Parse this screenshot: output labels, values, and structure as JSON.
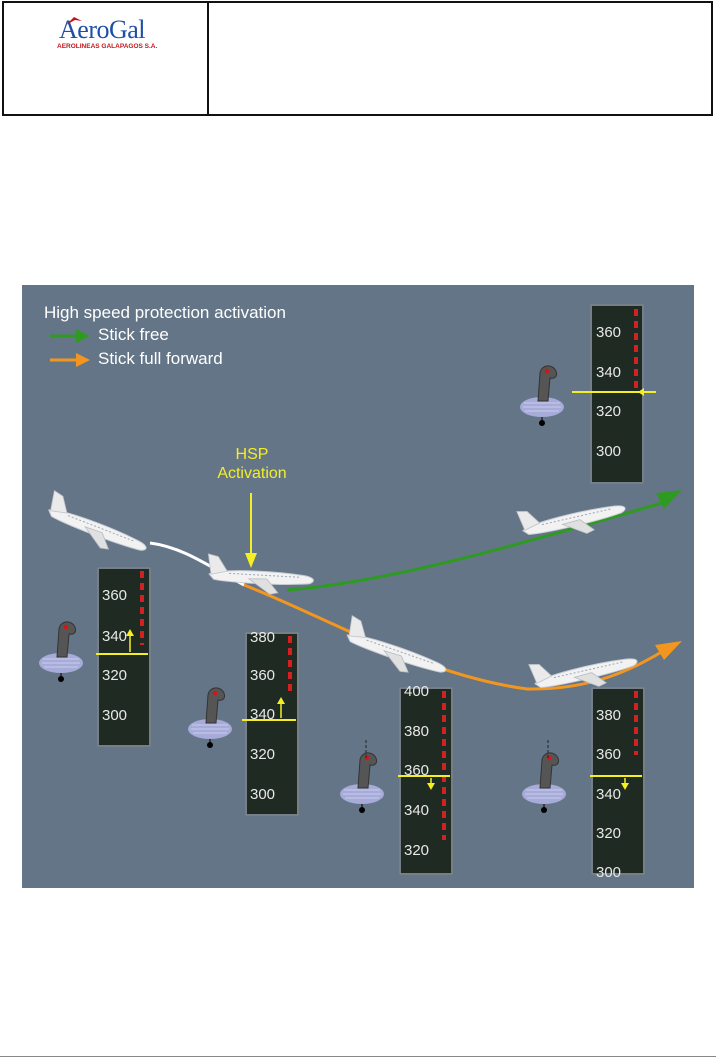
{
  "header": {
    "logo_title": "AeroGal",
    "logo_subtitle": "AEROLINEAS GALAPAGOS S.A."
  },
  "diagram": {
    "legend": {
      "title": "High speed protection activation",
      "items": [
        {
          "label": "Stick free",
          "color": "#3aa52a"
        },
        {
          "label": "Stick full forward",
          "color": "#f3961f"
        }
      ]
    },
    "annotation": {
      "line1": "HSP",
      "line2": "Activation"
    },
    "colors": {
      "background": "#647587",
      "annotation": "#f4ee25",
      "tape": "#1e2a22",
      "overspeed": "#d42020"
    },
    "tapes": [
      {
        "name": "top-right",
        "labels": [
          "360",
          "340",
          "320",
          "300"
        ]
      },
      {
        "name": "left",
        "labels": [
          "360",
          "340",
          "320",
          "300"
        ]
      },
      {
        "name": "middle",
        "labels": [
          "380",
          "360",
          "340",
          "320",
          "300"
        ]
      },
      {
        "name": "lower-middle",
        "labels": [
          "400",
          "380",
          "360",
          "340",
          "320"
        ]
      },
      {
        "name": "lower-right",
        "labels": [
          "380",
          "360",
          "340",
          "320",
          "300"
        ]
      }
    ]
  }
}
